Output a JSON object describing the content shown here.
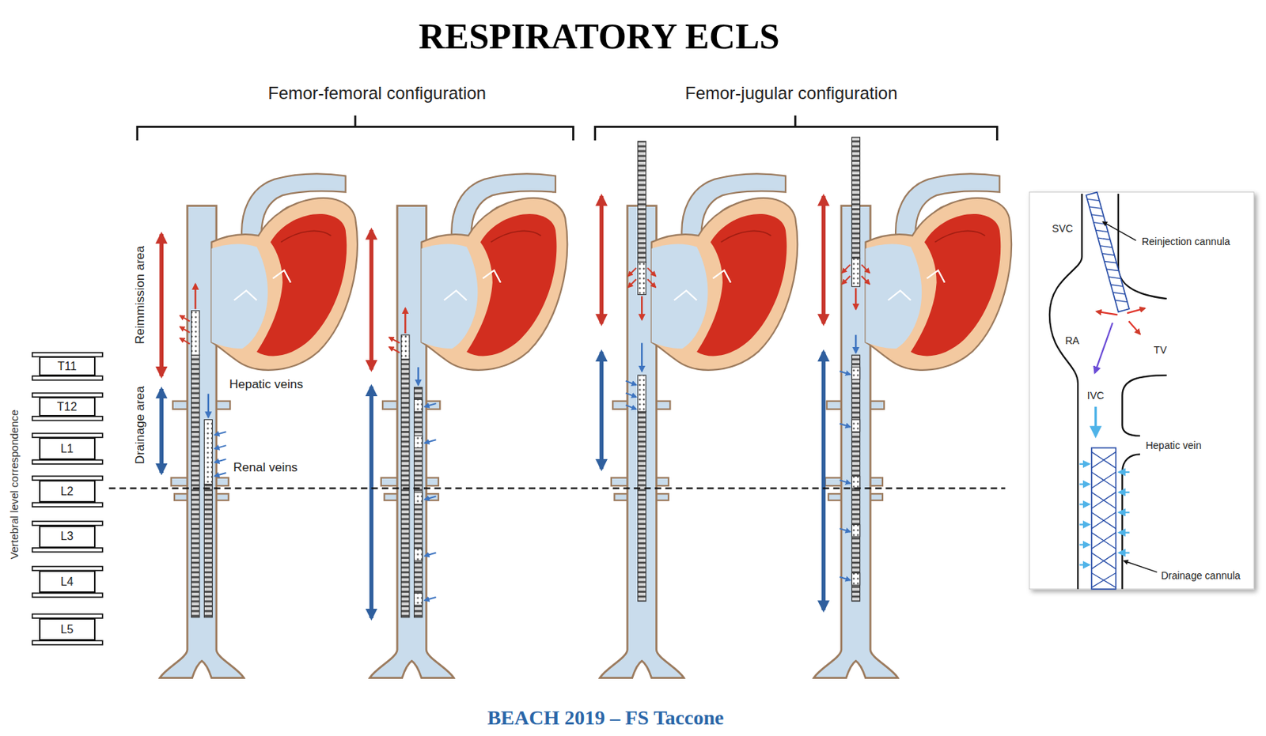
{
  "diagram": {
    "title": "RESPIRATORY ECLS",
    "caption": "BEACH 2019 – FS Taccone",
    "nodes": [
      {
        "text": [
          "T11"
        ]
      },
      {
        "text": [
          "T12"
        ]
      },
      {
        "text": [
          "L1"
        ]
      },
      {
        "text": [
          "L2"
        ]
      },
      {
        "text": [
          "L3"
        ]
      },
      {
        "text": [
          "L4"
        ]
      },
      {
        "text": [
          "L5"
        ]
      }
    ],
    "labels": [
      "Femor-femoral configuration",
      "Femor-jugular configuration",
      "Vertebral level correspondence",
      "Reimmission area",
      "Drainage area",
      "Hepatic veins",
      "Renal veins",
      "SVC",
      "Reinjection cannula",
      "RA",
      "TV",
      "IVC",
      "Hepatic vein",
      "Drainage cannula"
    ]
  }
}
